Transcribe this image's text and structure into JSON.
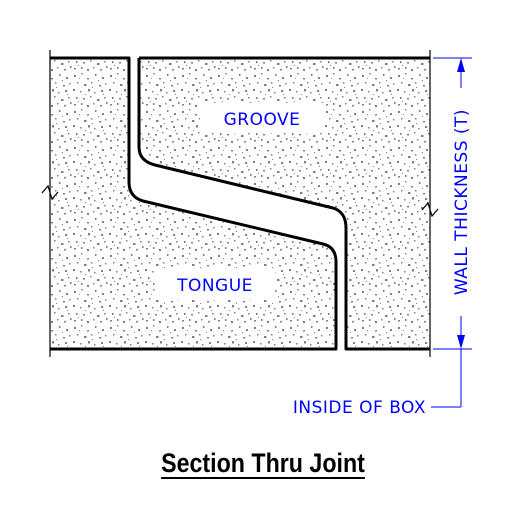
{
  "labels": {
    "groove": "GROOVE",
    "tongue": "TONGUE",
    "wall_thickness": "WALL THICKNESS (T)",
    "inside_of_box": "INSIDE OF BOX"
  },
  "caption": "Section Thru Joint",
  "colors": {
    "outline": "#000000",
    "dimension": "#0000ff",
    "speckle": "#808080",
    "caption": "#000000"
  }
}
